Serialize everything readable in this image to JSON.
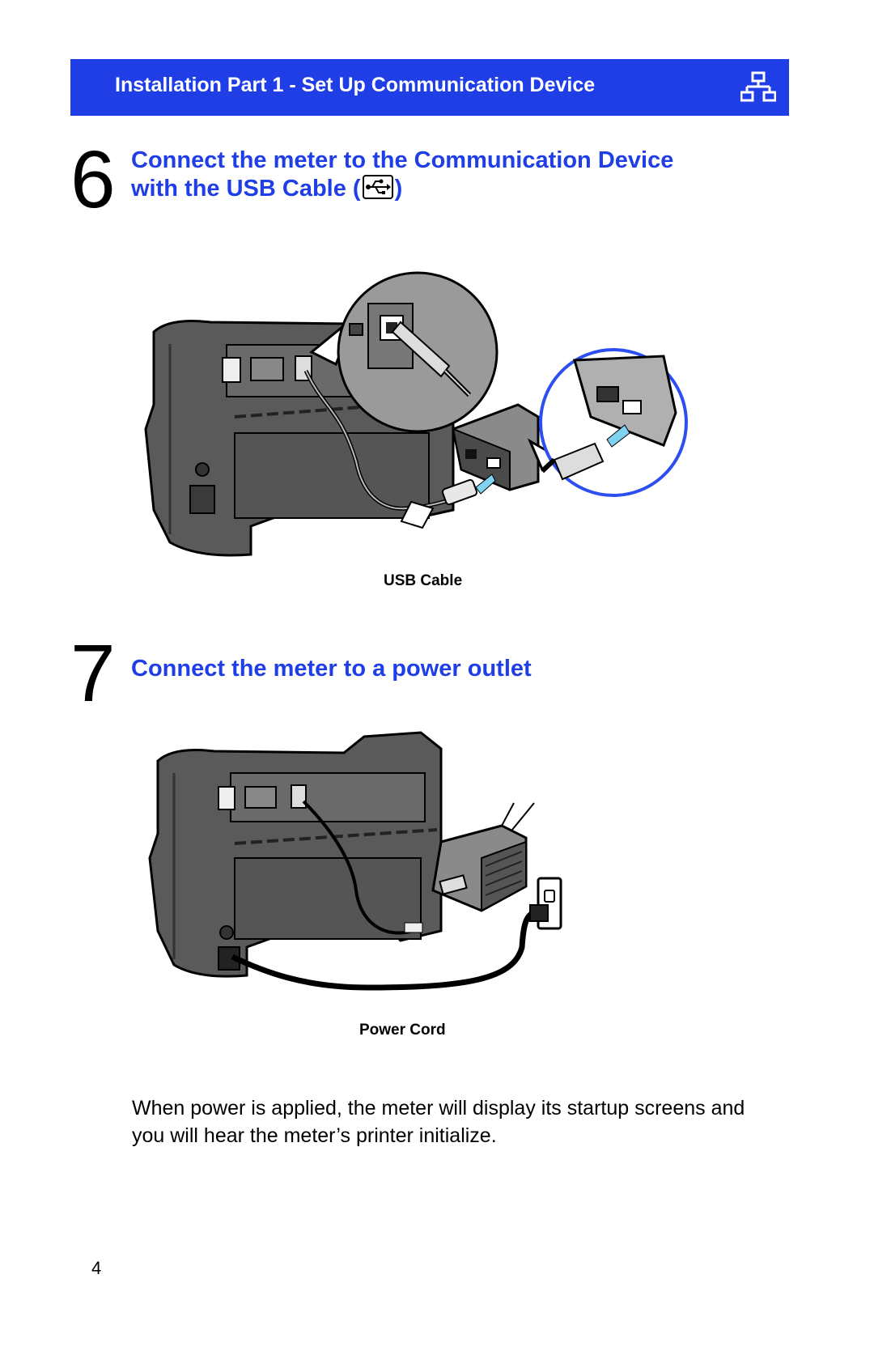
{
  "banner": {
    "title": "Installation Part 1 - Set Up Communication Device",
    "icon": "network-icon",
    "background": "#1f3ee6"
  },
  "step6": {
    "number": "6",
    "title_line1": "Connect the meter to the Communication Device",
    "title_line2_before": "with the USB Cable (",
    "title_line2_after": ")",
    "inline_icon": "usb-icon",
    "caption": "USB Cable"
  },
  "step7": {
    "number": "7",
    "title": "Connect the meter to a power outlet",
    "caption": "Power Cord"
  },
  "body": {
    "text": "When power is applied, the meter will display its startup screens and you will hear the meter’s printer initialize."
  },
  "page": {
    "number": "4"
  },
  "colors": {
    "accent": "#1f3ee6",
    "device": "#5a5a5a",
    "device_dark": "#333333",
    "zoom_light": "#9a9a9a",
    "arrow": "#7fd3f0"
  }
}
